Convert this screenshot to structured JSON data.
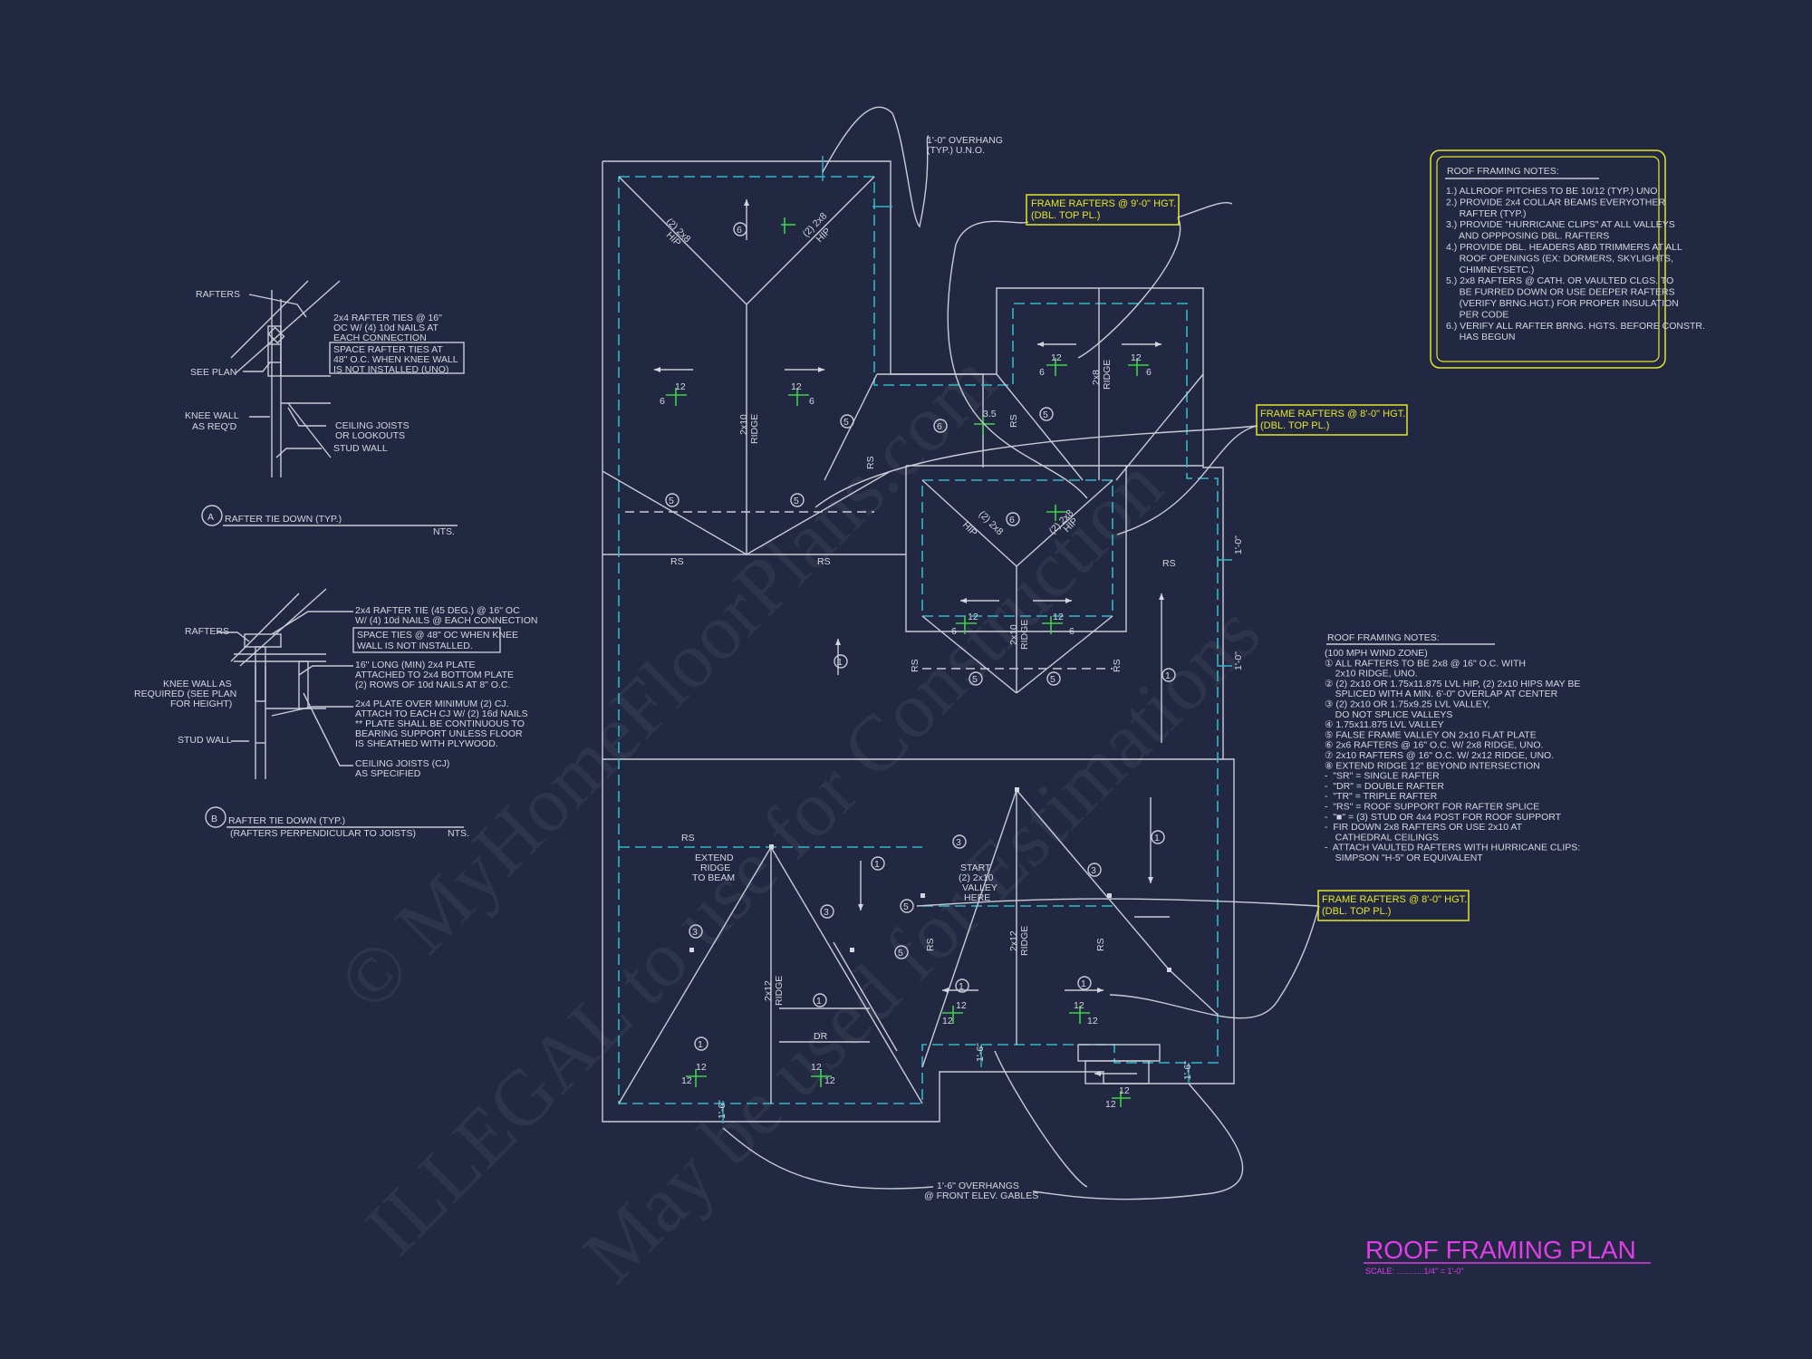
{
  "colors": {
    "background": "#222841",
    "linework": "#c9cbd6",
    "wall_dashed": "#2fb8c8",
    "pitch": "#3fd14a",
    "callout": "#e5e52a",
    "title": "#e03ee8"
  },
  "watermark": {
    "line1": "© MyHomeFloorPlans.com",
    "line2": "ILLEGAL to use for Construction",
    "line3": "May be used for Estimations"
  },
  "plan_title": "ROOF FRAMING PLAN",
  "plan_scale": "SCALE: ............1/4\" = 1'-0\"",
  "detail_a": {
    "marker": "A",
    "title": "RAFTER TIE DOWN (TYP.)",
    "nts": "NTS.",
    "label_rafters": "RAFTERS",
    "label_see_plan": "SEE PLAN",
    "label_knee_wall": [
      "KNEE WALL",
      "AS REQ'D"
    ],
    "label_ceiling": [
      "CEILING JOISTS",
      "OR LOOKOUTS"
    ],
    "label_stud": "STUD WALL",
    "label_ties": [
      "2x4 RAFTER TIES @ 16\"",
      "OC W/ (4) 10d NAILS AT",
      "EACH CONNECTION"
    ],
    "label_space": [
      "SPACE RAFTER TIES AT",
      "48\" O.C. WHEN KNEE WALL",
      "IS NOT INSTALLED (UNO)"
    ]
  },
  "detail_b": {
    "marker": "B",
    "title": "RAFTER TIE DOWN (TYP.)",
    "subtitle": "(RAFTERS PERPENDICULAR TO JOISTS)",
    "nts": "NTS.",
    "label_rafters": "RAFTERS",
    "label_knee_wall": [
      "KNEE WALL AS",
      "REQUIRED (SEE PLAN",
      "FOR HEIGHT)"
    ],
    "label_stud": "STUD WALL",
    "label_ties": [
      "2x4 RAFTER TIE (45 DEG.) @ 16\" OC",
      "W/ (4) 10d NAILS @ EACH CONNECTION"
    ],
    "label_space": [
      "SPACE TIES @ 48\" OC WHEN KNEE",
      "WALL IS NOT INSTALLED."
    ],
    "label_plate": [
      "16\" LONG (MIN) 2x4 PLATE",
      "ATTACHED TO 2x4 BOTTOM PLATE",
      "(2) ROWS OF 10d NAILS AT 8\" O.C."
    ],
    "label_plate2": [
      "2x4 PLATE OVER MINIMUM (2) CJ.",
      "ATTACH TO EACH CJ W/ (2) 16d NAILS",
      "** PLATE SHALL BE CONTINUOUS TO",
      "BEARING SUPPORT UNLESS FLOOR",
      "IS SHEATHED WITH PLYWOOD."
    ],
    "label_ceiling": [
      "CEILING JOISTS (CJ)",
      "AS SPECIFIED"
    ]
  },
  "notes_box": {
    "title": "ROOF FRAMING NOTES:",
    "lines": [
      "1.) ALLROOF PITCHES TO BE 10/12 (TYP.) UNO.",
      "2.) PROVIDE 2x4 COLLAR BEAMS EVERYOTHER",
      "     RAFTER (TYP.)",
      "3.) PROVIDE \"HURRICANE CLIPS\" AT ALL VALLEYS",
      "     AND OPPPOSING DBL. RAFTERS",
      "4.) PROVIDE DBL. HEADERS ABD TRIMMERS AT ALL",
      "     ROOF OPENINGS (EX: DORMERS, SKYLIGHTS,",
      "     CHIMNEYSETC.)",
      "5.) 2x8 RAFTERS @ CATH. OR VAULTED CLGS. TO",
      "     BE FURRED DOWN OR USE DEEPER RAFTERS",
      "     (VERIFY BRNG.HGT.) FOR PROPER INSULATION",
      "     PER CODE",
      "6.) VERIFY ALL RAFTER BRNG. HGTS. BEFORE CONSTR.",
      "     HAS BEGUN"
    ]
  },
  "notes_list": {
    "title": "ROOF FRAMING NOTES:",
    "lines": [
      "(100 MPH WIND ZONE)",
      "① ALL RAFTERS TO BE 2x8 @ 16\" O.C. WITH",
      "    2x10 RIDGE, UNO.",
      "② (2) 2x10 OR 1.75x11.875 LVL HIP, (2) 2x10 HIPS MAY BE",
      "    SPLICED WITH A MIN. 6'-0\" OVERLAP AT CENTER",
      "③ (2) 2x10 OR 1.75x9.25 LVL VALLEY,",
      "    DO NOT SPLICE VALLEYS",
      "④ 1.75x11.875 LVL VALLEY",
      "⑤ FALSE FRAME VALLEY ON 2x10 FLAT PLATE",
      "⑥ 2x6 RAFTERS @ 16\" O.C. W/ 2x8 RIDGE, UNO.",
      "⑦ 2x10 RAFTERS @ 16\" O.C. W/ 2x12 RIDGE, UNO.",
      "⑧ EXTEND RIDGE 12\" BEYOND INTERSECTION",
      "-  \"SR\" = SINGLE RAFTER",
      "-  \"DR\" = DOUBLE RAFTER",
      "-  \"TR\" = TRIPLE RAFTER",
      "-  \"RS\" = ROOF SUPPORT FOR RAFTER SPLICE",
      "-  \"■\" = (3) STUD OR 4x4 POST FOR ROOF SUPPORT",
      "-  FIR DOWN 2x8 RAFTERS OR USE 2x10 AT",
      "    CATHEDRAL CEILINGS",
      "-  ATTACH VAULTED RAFTERS WITH HURRICANE CLIPS:",
      "    SIMPSON \"H-5\" OR EQUIVALENT"
    ]
  },
  "callouts": {
    "frame_9": [
      "FRAME RAFTERS @ 9'-0\" HGT.",
      "(DBL. TOP PL.)"
    ],
    "frame_8a": [
      "FRAME RAFTERS @ 8'-0\" HGT.",
      "(DBL. TOP PL.)"
    ],
    "frame_8b": [
      "FRAME RAFTERS @ 8'-0\" HGT.",
      "(DBL. TOP PL.)"
    ],
    "overhang_top": [
      "1'-0\" OVERHANG",
      "(TYP.) U.N.O."
    ],
    "overhang_bottom": [
      "1'-6\" OVERHANGS",
      "@ FRONT ELEV. GABLES"
    ],
    "extend_ridge": [
      "EXTEND",
      "RIDGE",
      "TO BEAM"
    ],
    "start_valley": [
      "START",
      "(2) 2x10",
      "VALLEY",
      "HERE"
    ]
  },
  "plan_labels": {
    "hip": "HIP",
    "hip_size": "(2) 2x8",
    "ridge": "RIDGE",
    "ridge_2x10": "2x10",
    "ridge_2x12": "2x12",
    "ridge_2x8": "2x8",
    "rs": "RS",
    "dr": "DR",
    "pitch_run": "12",
    "pitch_rise_6": "6",
    "pitch_rise_12": "12",
    "dim_35": "3.5",
    "dim_16": "1'-6\"",
    "dim_1": "1'-0\""
  }
}
